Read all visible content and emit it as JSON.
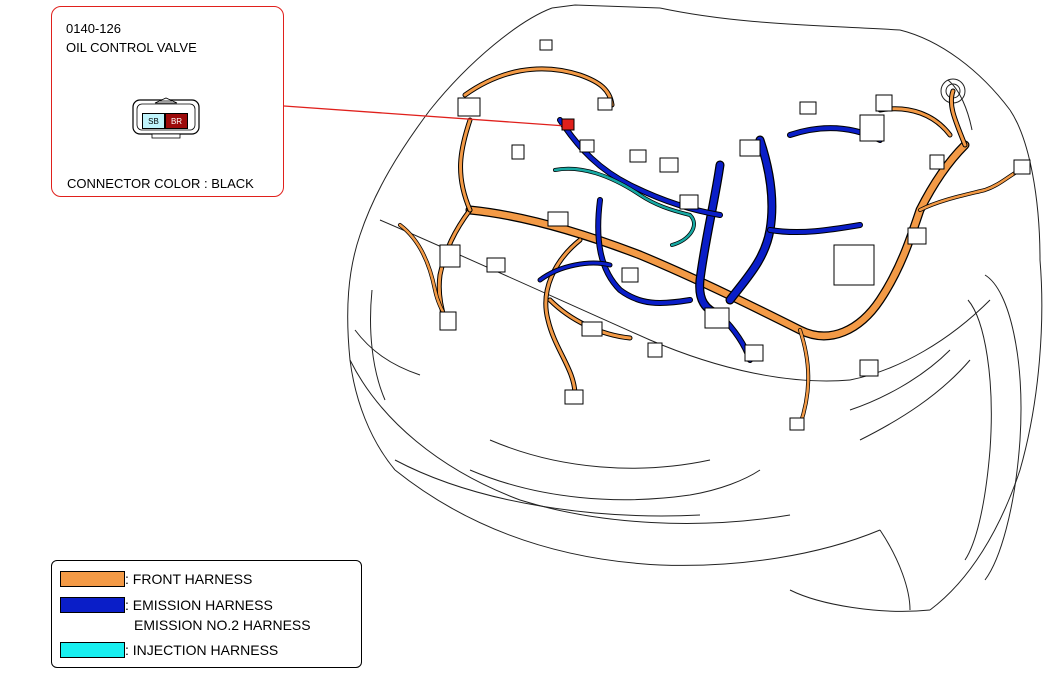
{
  "callout": {
    "code": "0140-126",
    "name": "OIL CONTROL VALVE",
    "pins": [
      "SB",
      "BR"
    ],
    "connector_color": "CONNECTOR COLOR : BLACK",
    "border_color": "#e0201c"
  },
  "legend": {
    "items": [
      {
        "label": ": FRONT HARNESS",
        "color": "#f39a46"
      },
      {
        "label": ": EMISSION HARNESS",
        "label2": "EMISSION NO.2 HARNESS",
        "color": "#0a1ec8"
      },
      {
        "label": ": INJECTION HARNESS",
        "color": "#17eff0"
      }
    ]
  },
  "colors": {
    "front": "#f39a46",
    "emission": "#0a1ec8",
    "injection": "#17a9a3",
    "highlight": "#e0201c"
  }
}
